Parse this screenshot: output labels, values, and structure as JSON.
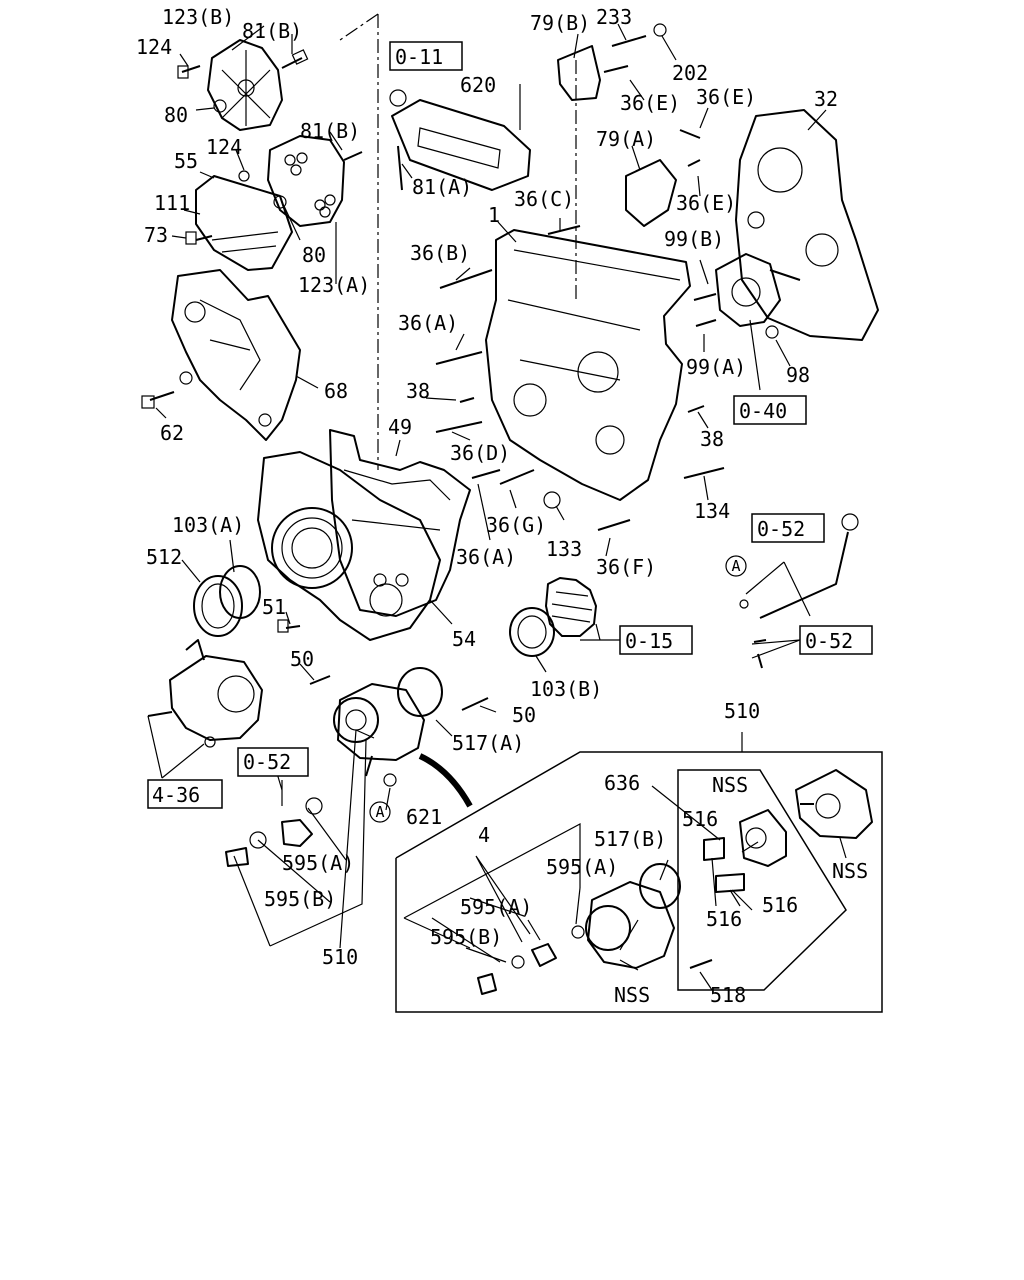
{
  "diagram": {
    "callouts": [
      "123(B)",
      "81(B)",
      "124",
      "80",
      "55",
      "124",
      "81(B)",
      "111",
      "73",
      "80",
      "123(A)",
      "68",
      "62",
      "49",
      "103(A)",
      "512",
      "51",
      "54",
      "50",
      "50",
      "517(A)",
      "103(B)",
      "621",
      "0-52",
      "4-36",
      "595(A)",
      "595(B)",
      "510",
      "0-11",
      "620",
      "81(A)",
      "1",
      "36(C)",
      "36(B)",
      "36(A)",
      "38",
      "36(D)",
      "36(G)",
      "36(A)",
      "133",
      "36(F)",
      "79(B)",
      "233",
      "202",
      "36(E)",
      "36(E)",
      "79(A)",
      "36(E)",
      "32",
      "99(B)",
      "99(A)",
      "98",
      "0-40",
      "38",
      "134",
      "0-52",
      "0-52",
      "0-15",
      "510",
      "636",
      "NSS",
      "516",
      "516",
      "516",
      "NSS",
      "4",
      "517(B)",
      "595(A)",
      "595(A)",
      "595(B)",
      "NSS",
      "518"
    ],
    "ref_marks": [
      "A",
      "A"
    ]
  }
}
